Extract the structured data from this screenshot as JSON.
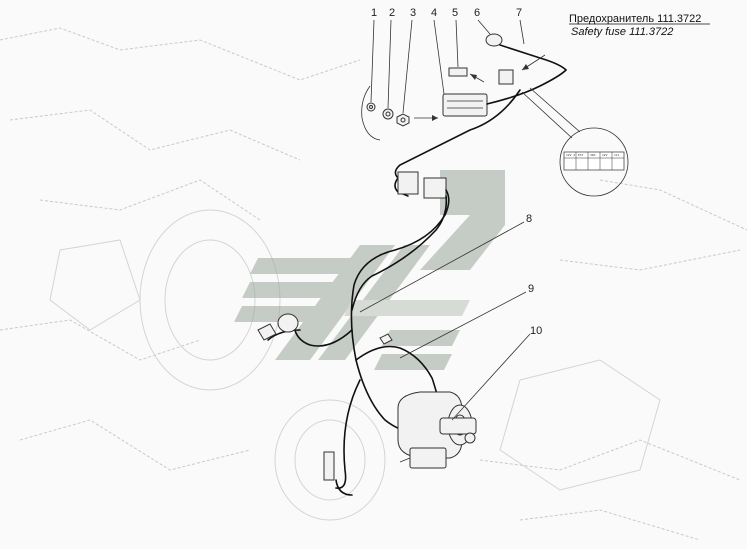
{
  "caption": {
    "title_ru": "Предохранитель 111.3722",
    "title_en": "Safety fuse 111.3722"
  },
  "callouts": [
    "1",
    "2",
    "3",
    "4",
    "5",
    "6",
    "7",
    "8",
    "9",
    "10"
  ],
  "colors": {
    "watermark": "#9aa79a",
    "line": "#111111",
    "ghost": "#c9c9c9"
  },
  "label_table": {
    "cells": [
      "12V 2",
      "E37",
      "30A",
      "12V",
      "111"
    ]
  }
}
